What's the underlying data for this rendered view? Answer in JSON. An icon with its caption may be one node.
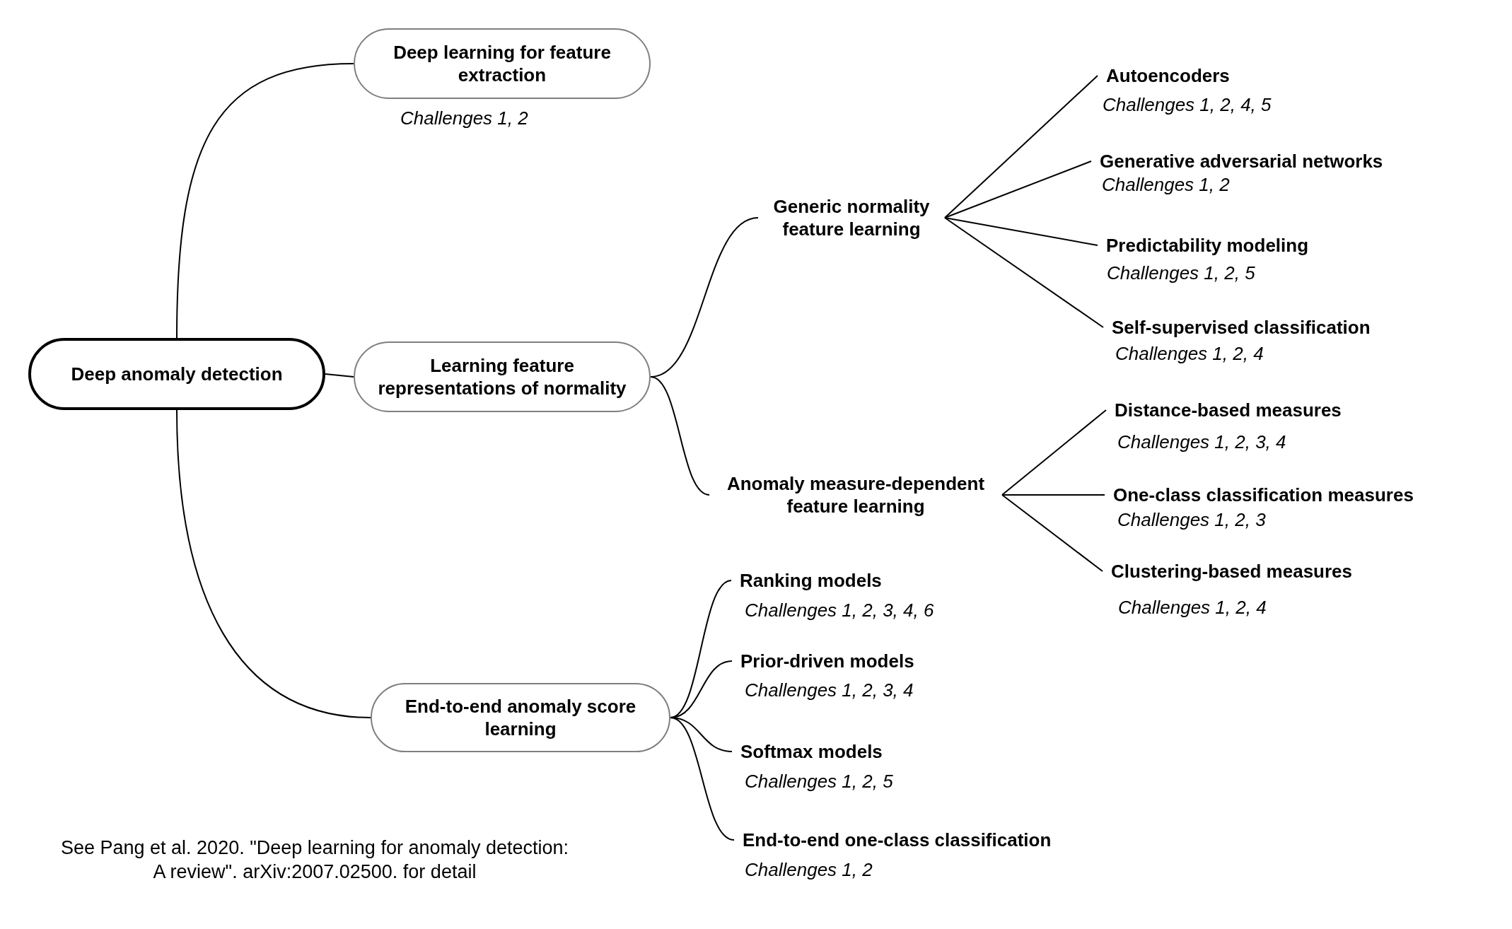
{
  "diagram": {
    "nodes": [
      {
        "text": [
          "Deep anomaly detection"
        ]
      },
      {
        "text": [
          "Deep learning for feature extraction"
        ],
        "beside": [
          "Challenges 1, 2"
        ]
      },
      {
        "text": [
          "Learning feature representations of normality"
        ]
      },
      {
        "text": [
          "Generic normality feature learning"
        ]
      },
      {
        "text": [
          "Autoencoders"
        ],
        "beside": [
          "Challenges 1, 2, 4, 5"
        ]
      },
      {
        "text": [
          "Generative adversarial networks"
        ],
        "beside": [
          "Challenges 1, 2"
        ]
      },
      {
        "text": [
          "Predictability modeling"
        ],
        "beside": [
          "Challenges 1, 2, 5"
        ]
      },
      {
        "text": [
          "Self-supervised classification"
        ],
        "beside": [
          "Challenges 1, 2, 4"
        ]
      },
      {
        "text": [
          "Anomaly measure-dependent feature learning"
        ]
      },
      {
        "text": [
          "Distance-based measures"
        ],
        "beside": [
          "Challenges 1, 2, 3, 4"
        ]
      },
      {
        "text": [
          "One-class classification measures"
        ],
        "beside": [
          "Challenges 1, 2, 3"
        ]
      },
      {
        "text": [
          "Clustering-based measures"
        ],
        "beside": [
          "Challenges 1, 2, 4"
        ]
      },
      {
        "text": [
          "End-to-end anomaly score learning"
        ]
      },
      {
        "text": [
          "Ranking models"
        ],
        "beside": [
          "Challenges 1, 2, 3, 4, 6"
        ]
      },
      {
        "text": [
          "Prior-driven models"
        ],
        "beside": [
          "Challenges 1, 2, 3, 4"
        ]
      },
      {
        "text": [
          "Softmax models"
        ],
        "beside": [
          "Challenges 1, 2, 5"
        ]
      },
      {
        "text": [
          "End-to-end one-class classification"
        ],
        "beside": [
          "Challenges 1, 2"
        ]
      }
    ],
    "edges": [
      {
        "from": 0,
        "to": 1,
        "arrow": "none"
      },
      {
        "from": 0,
        "to": 2,
        "arrow": "none"
      },
      {
        "from": 0,
        "to": 12,
        "arrow": "none"
      },
      {
        "from": 2,
        "to": 3,
        "arrow": "none"
      },
      {
        "from": 2,
        "to": 8,
        "arrow": "none"
      },
      {
        "from": 3,
        "to": 4,
        "arrow": "none"
      },
      {
        "from": 3,
        "to": 5,
        "arrow": "none"
      },
      {
        "from": 3,
        "to": 6,
        "arrow": "none"
      },
      {
        "from": 3,
        "to": 7,
        "arrow": "none"
      },
      {
        "from": 8,
        "to": 9,
        "arrow": "none"
      },
      {
        "from": 8,
        "to": 10,
        "arrow": "none"
      },
      {
        "from": 8,
        "to": 11,
        "arrow": "none"
      },
      {
        "from": 12,
        "to": 13,
        "arrow": "none"
      },
      {
        "from": 12,
        "to": 14,
        "arrow": "none"
      },
      {
        "from": 12,
        "to": 15,
        "arrow": "none"
      },
      {
        "from": 12,
        "to": 16,
        "arrow": "none"
      }
    ],
    "labels": [
      "See Pang et al. 2020. \"Deep learning for anomaly detection: A review\". arXiv:2007.02500. for detail"
    ]
  }
}
